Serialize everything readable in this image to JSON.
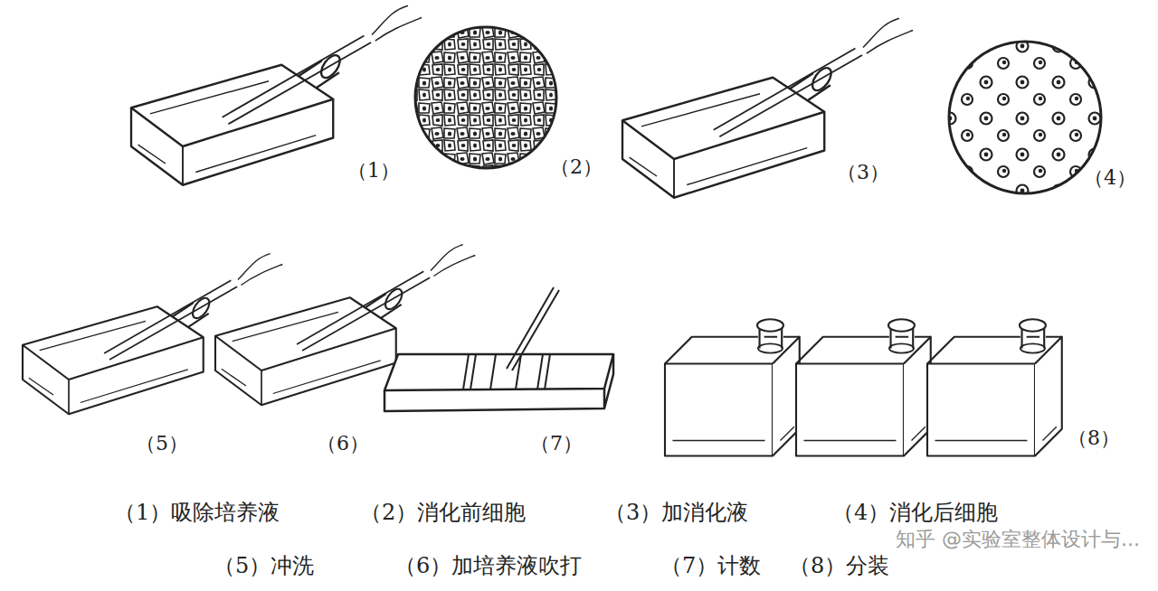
{
  "diagram": {
    "labels": [
      "（1）",
      "（2）",
      "（3）",
      "（4）",
      "（5）",
      "（6）",
      "（7）",
      "（8）",
      "（1）吸除培养液",
      "（2）消化前细胞",
      "（3）加消化液",
      "（4）消化后细胞",
      "（5）冲洗",
      "（6）加培养液吹打",
      "（7）计数",
      "（8）分装",
      "知乎 @实验室整体设计与..."
    ]
  }
}
